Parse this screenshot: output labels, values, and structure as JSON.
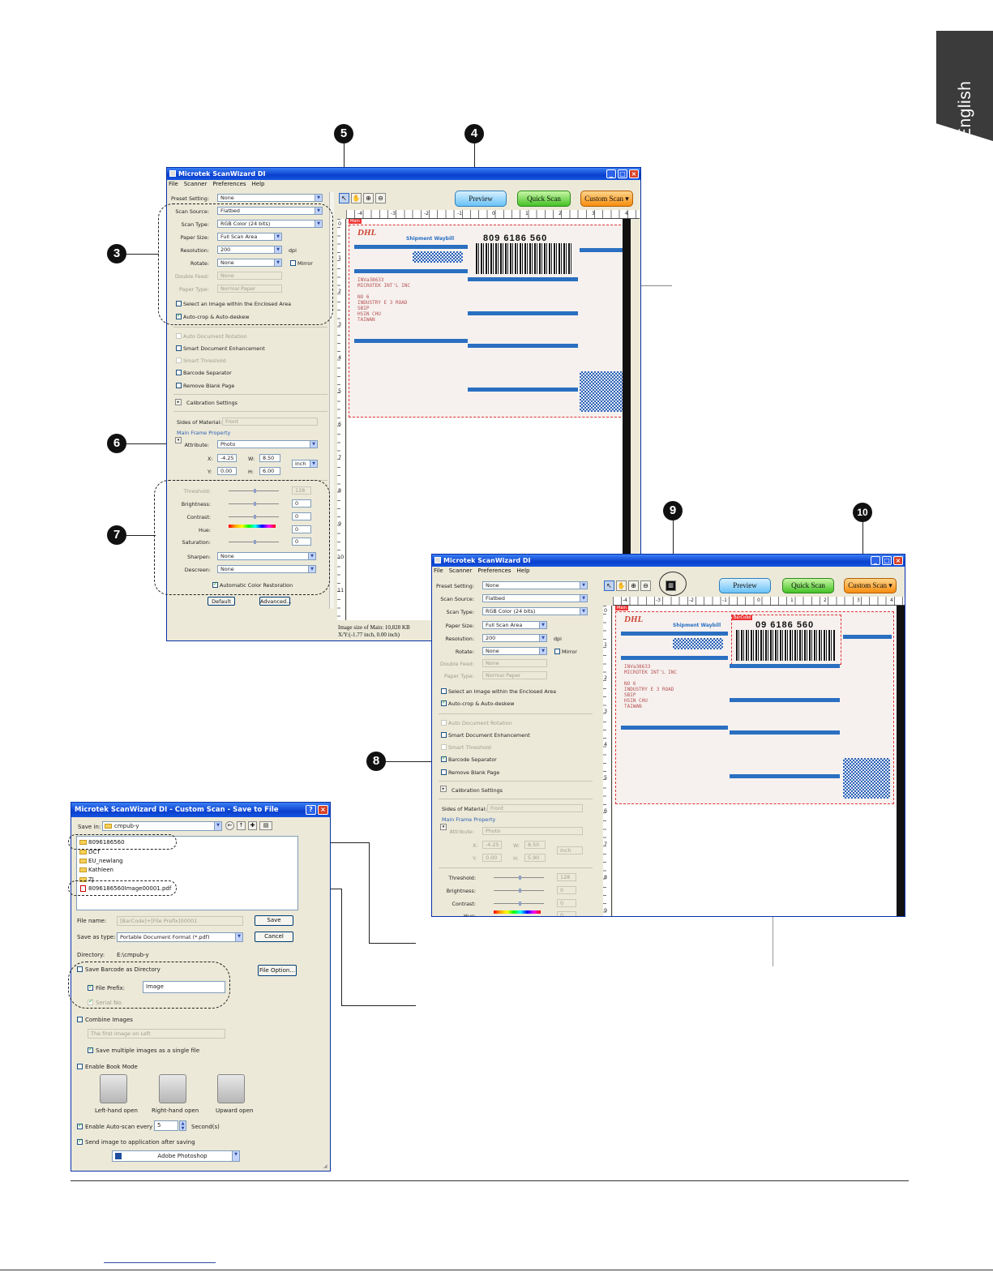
{
  "side_tab": {
    "label": "English"
  },
  "callouts": {
    "c3": "3",
    "c4": "4",
    "c5": "5",
    "c6": "6",
    "c7": "7",
    "c8": "8",
    "c9": "9",
    "c10": "10"
  },
  "app": {
    "title": "Microtek ScanWizard DI",
    "menu": [
      "File",
      "Scanner",
      "Preferences",
      "Help"
    ],
    "buttons": {
      "preview": "Preview",
      "quick_scan": "Quick Scan",
      "custom_scan": "Custom Scan"
    },
    "preset_label": "Preset Setting:",
    "preset_value": "None",
    "scan_source_label": "Scan Source:",
    "scan_source_value": "Flatbed",
    "scan_type_label": "Scan Type:",
    "scan_type_value": "RGB Color (24 bits)",
    "paper_size_label": "Paper Size:",
    "paper_size_value": "Full Scan Area",
    "resolution_label": "Resolution:",
    "resolution_value": "200",
    "resolution_unit": "dpi",
    "rotate_label": "Rotate:",
    "rotate_value": "None",
    "mirror_label": "Mirror",
    "double_feed_label": "Double Feed:",
    "double_feed_value": "None",
    "paper_type_label": "Paper Type:",
    "paper_type_value": "Normal Paper",
    "select_enclosed": "Select an Image within the Enclosed Area",
    "autocrop": "Auto-crop & Auto-deskew",
    "auto_doc_rotation": "Auto Document Rotation",
    "smart_doc": "Smart Document Enhancement",
    "smart_threshold": "Smart Threshold",
    "barcode_separator": "Barcode Separator",
    "remove_blank": "Remove Blank Page",
    "calibration": "Calibration Settings",
    "sides_label": "Sides of Material:",
    "sides_value": "Front",
    "main_frame": "Main Frame Property",
    "attribute_label": "Attribute:",
    "attribute_value": "Photo",
    "x_label": "X:",
    "x_value": "-4.25",
    "w_label": "W:",
    "w_value": "8.50",
    "y_label": "Y:",
    "y_value": "0.00",
    "h_label": "H:",
    "h_value": "5.90",
    "h_value_a": "6.00",
    "unit_value": "inch",
    "threshold_label": "Threshold:",
    "threshold_value": "128",
    "brightness_label": "Brightness:",
    "brightness_value": "0",
    "contrast_label": "Contrast:",
    "contrast_value": "0",
    "hue_label": "Hue:",
    "hue_value": "0",
    "saturation_label": "Saturation:",
    "saturation_value": "0",
    "sharpen_label": "Sharpen:",
    "sharpen_value": "None",
    "descreen_label": "Descreen:",
    "descreen_value": "None",
    "auto_color": "Automatic Color Restoration",
    "default_btn": "Default",
    "advanced_btn": "Advanced...",
    "status_line1": "Image size of Main: 10,828 KB",
    "status_line2": "X/Y:(-1.77 inch, 0.00 inch)",
    "frame_tag": "Main",
    "barcode_tag": "BarCode",
    "ruler_labels": [
      "-4",
      "-3",
      "-2",
      "-1",
      "0",
      "1",
      "2",
      "3",
      "4"
    ],
    "ruler_v_labels": [
      "0",
      "1",
      "2",
      "3",
      "4",
      "5",
      "6",
      "7",
      "8",
      "9",
      "10",
      "11"
    ]
  },
  "doc": {
    "logo": "DHL",
    "number": "809 6186 560",
    "number_short": "09 6186 560",
    "title": "Shipment Waybill",
    "handwriting": "INVa38633\nMICROTEK INT'L INC\n\nNO 6\nINDUSTRY E 3 ROAD\nSBIP\nHSIN CHU\nTAIWAN"
  },
  "save_dialog": {
    "title": "Microtek ScanWizard DI - Custom Scan - Save to File",
    "save_in_label": "Save in:",
    "save_in_value": "cmpub-y",
    "files": [
      {
        "name": "8096186560",
        "type": "folder"
      },
      {
        "name": "DCT",
        "type": "folder"
      },
      {
        "name": "EU_newlang",
        "type": "folder"
      },
      {
        "name": "Kathleen",
        "type": "folder"
      },
      {
        "name": "ZJ",
        "type": "folder"
      },
      {
        "name": "8096186560Image00001.pdf",
        "type": "pdf"
      }
    ],
    "file_name_label": "File name:",
    "file_name_value": "[BarCode]+[File Prefix]00001",
    "save_btn": "Save",
    "save_type_label": "Save as type:",
    "save_type_value": "Portable Document Format (*.pdf)",
    "cancel_btn": "Cancel",
    "directory_label": "Directory:",
    "directory_value": "E:\\cmpub-y",
    "save_barcode_dir": "Save Barcode as Directory",
    "file_option_btn": "File Option...",
    "file_prefix_label": "File Prefix:",
    "file_prefix_value": "Image",
    "serial_no": "Serial No.",
    "combine": "Combine Images",
    "combine_option": "The first image on Left",
    "save_multi": "Save multiple images as a single file",
    "book_mode": "Enable Book Mode",
    "left_open": "Left-hand open",
    "right_open": "Right-hand open",
    "upward_open": "Upward open",
    "auto_scan": "Enable Auto-scan every",
    "auto_scan_value": "5",
    "seconds": "Second(s)",
    "send_image": "Send image to application after saving",
    "app_value": "Adobe Photoshop"
  }
}
